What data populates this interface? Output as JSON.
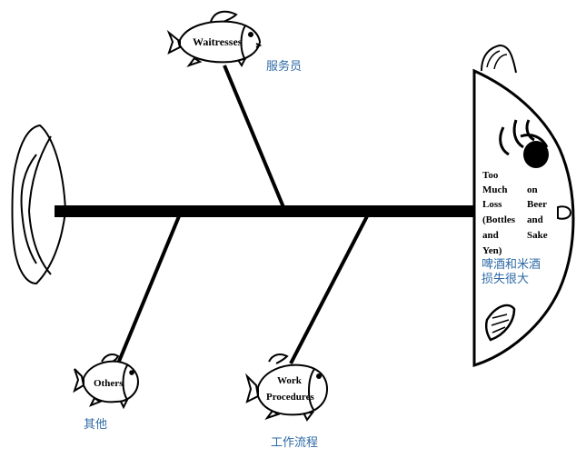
{
  "head": {
    "lines_left": [
      "Too",
      "Much",
      "Loss",
      "(Bottles",
      "and",
      "Yen)"
    ],
    "lines_right": [
      "on",
      "Beer",
      "and",
      "Sake"
    ],
    "cn_lines": [
      "啤酒和米酒",
      "损失很大"
    ]
  },
  "causes": {
    "waitresses": {
      "en": "Waitresses",
      "cn": "服务员"
    },
    "others": {
      "en": "Others",
      "cn": "其他"
    },
    "work_procedures": {
      "en_lines": [
        "Work",
        "Procedures"
      ],
      "cn": "工作流程"
    }
  },
  "colors": {
    "ink": "#000000",
    "chinese_text": "#2e6aa6",
    "background": "#ffffff"
  }
}
